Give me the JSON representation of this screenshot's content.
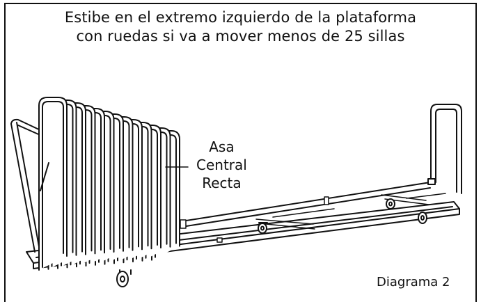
{
  "heading": {
    "line1": "Estibe en el extremo izquierdo de la plataforma",
    "line2": "con ruedas si va a mover menos de 25 sillas"
  },
  "callout": {
    "line1": "Asa",
    "line2": "Central",
    "line3": "Recta"
  },
  "caption": "Diagrama 2",
  "chair_count": 13
}
